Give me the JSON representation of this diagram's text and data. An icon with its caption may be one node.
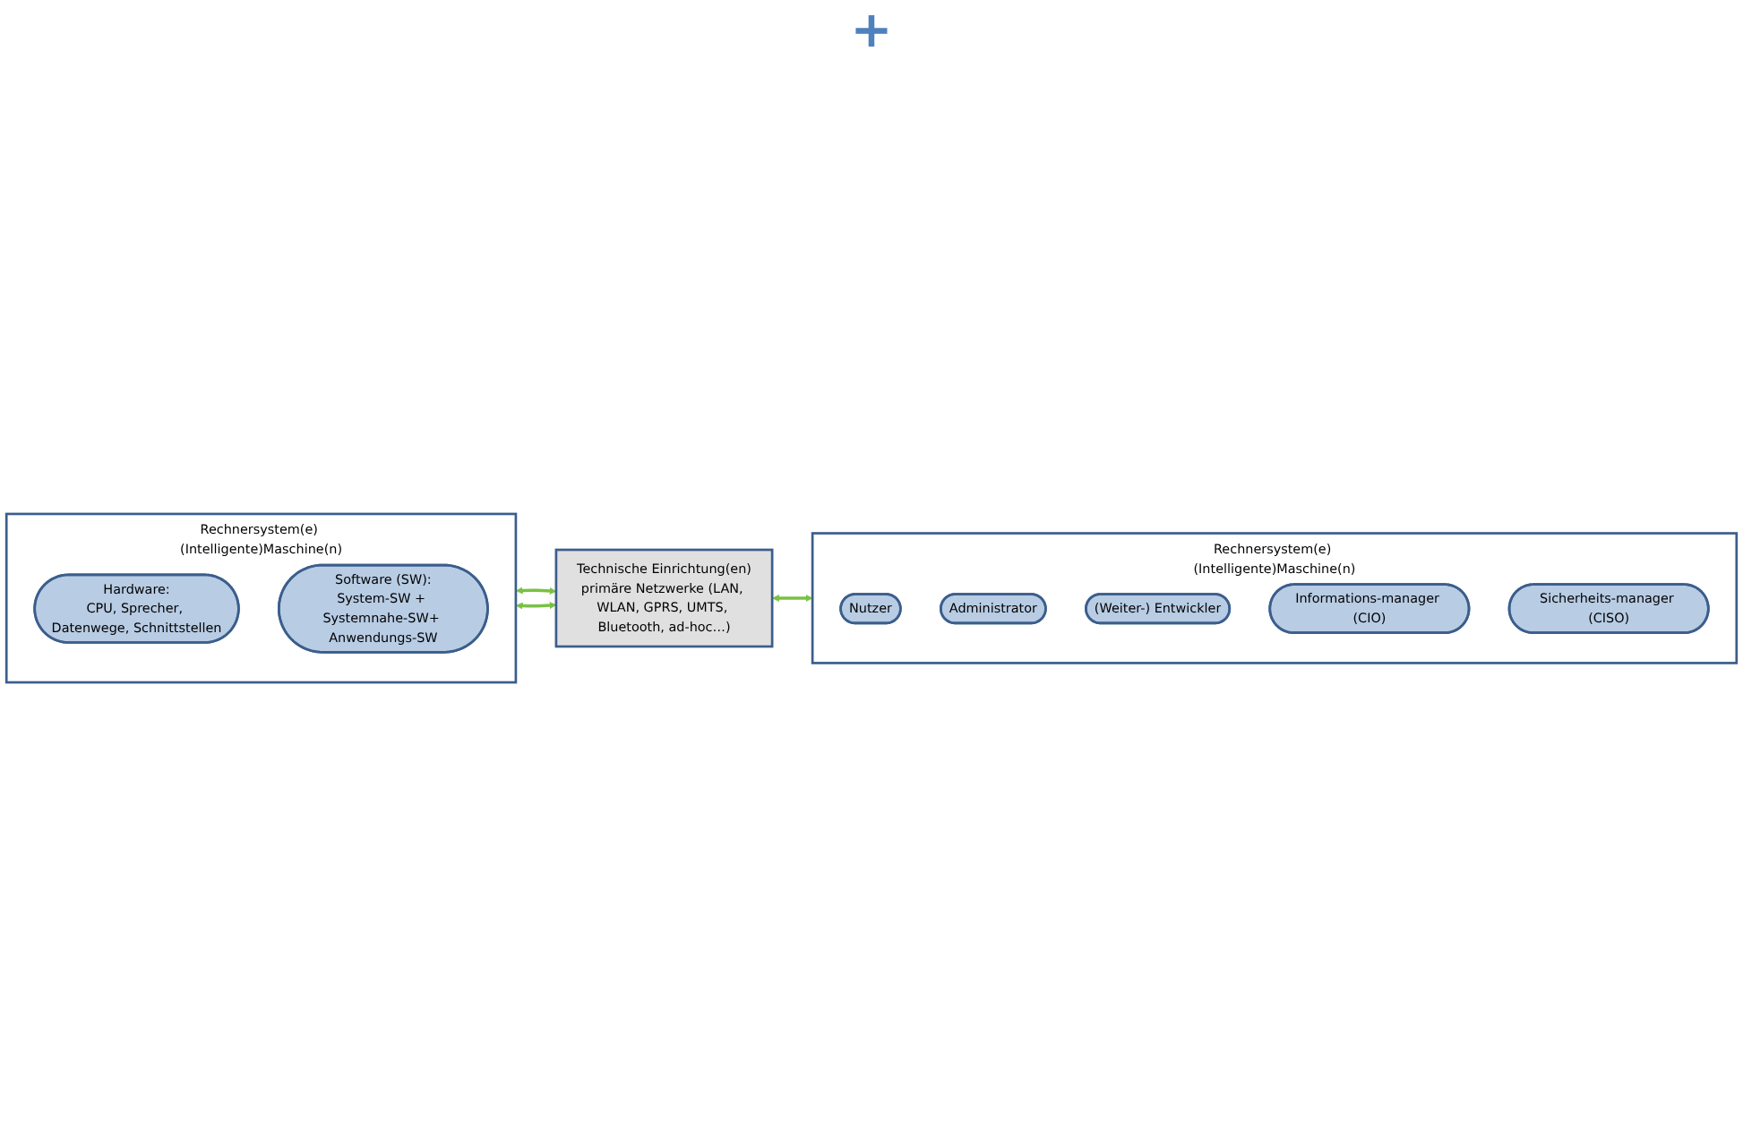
{
  "diagram": {
    "nodes": [
      {
        "text": [
          "Rechnersystem(e) (Intelligente)Maschine(n)"
        ]
      },
      {
        "text": [
          "Hardware:",
          "CPU, Sprecher, Datenwege, Schnittstellen"
        ],
        "in": 0
      },
      {
        "text": [
          "Software (SW):",
          "System-SW + Systemnahe-SW+ Anwendungs-SW"
        ],
        "in": 0
      },
      {
        "text": [
          "Technische Einrichtung(en)",
          "primäre Netzwerke (LAN, WLAN, GPRS, UMTS, Bluetooth, ad-hoc…)"
        ]
      },
      {
        "text": [
          "Rechnersystem(e) (Intelligente)Maschine(n)"
        ]
      },
      {
        "text": [
          "Nutzer"
        ],
        "in": 4
      },
      {
        "text": [
          "Administrator"
        ],
        "in": 4
      },
      {
        "text": [
          "(Weiter-) Entwickler"
        ],
        "in": 4
      },
      {
        "text": [
          "Informations-manager (CIO)"
        ],
        "in": 4
      },
      {
        "text": [
          "Sicherheits-manager (CISO)"
        ],
        "in": 4
      }
    ],
    "edges": [
      {
        "from": 0,
        "to": 3,
        "arrow": "both"
      },
      {
        "from": 3,
        "to": 4,
        "arrow": "both"
      },
      {
        "from": 0,
        "to": 3,
        "arrow": "both"
      }
    ],
    "labels": [
      "+"
    ]
  }
}
